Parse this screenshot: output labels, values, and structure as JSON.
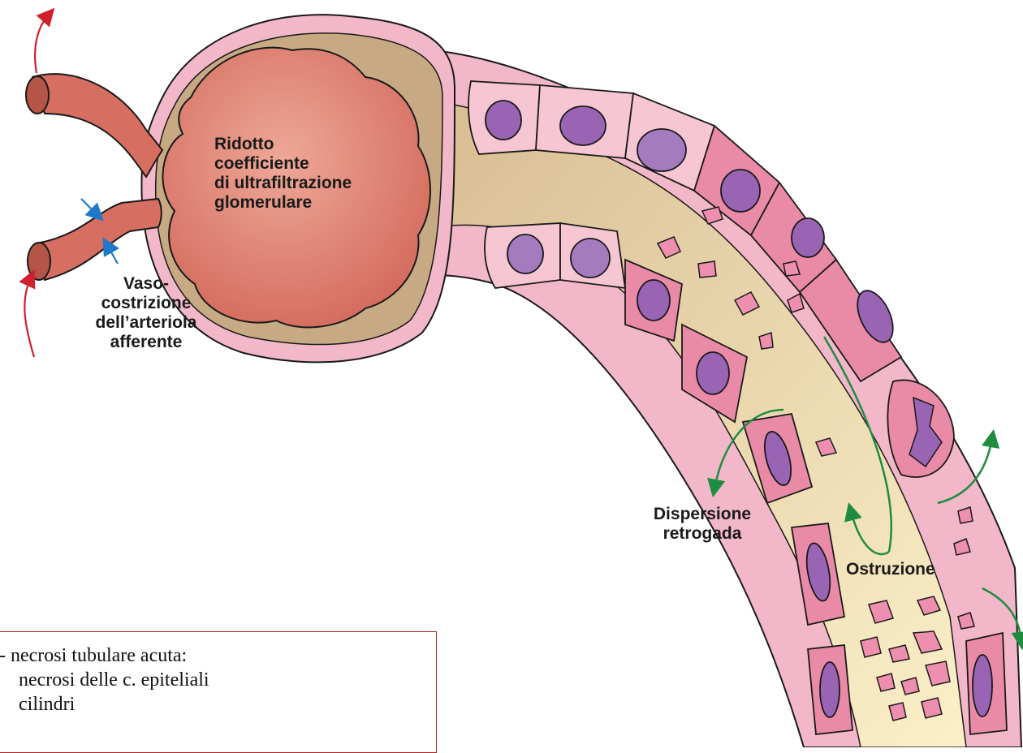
{
  "labels": {
    "ridotto": "Ridotto\ncoefficiente\ndi ultrafiltrazione\nglomerulare",
    "vaso": "Vaso-\ncostrizione\ndell’arteriola\nafferente",
    "dispersione": "Dispersione\nretrogada",
    "ostruzione": "Ostruzione"
  },
  "caption": {
    "lines": [
      "- necrosi tubulare acuta:",
      "necrosi delle c. epiteliali",
      "cilindri"
    ]
  },
  "colors": {
    "vessel": "#d66f62",
    "glomerulus": "#dd7a6c",
    "capsule_space": "#c7aa84",
    "cell_light": "#f6c6d3",
    "cell_pink": "#e98aa7",
    "nucleus": "#9a64b4",
    "lumen": "#f3e3b8",
    "red_arrow": "#d0202e",
    "blue_arrow": "#1e7ac8",
    "green_arrow": "#1f8c3f",
    "caption_border": "#b22222"
  }
}
